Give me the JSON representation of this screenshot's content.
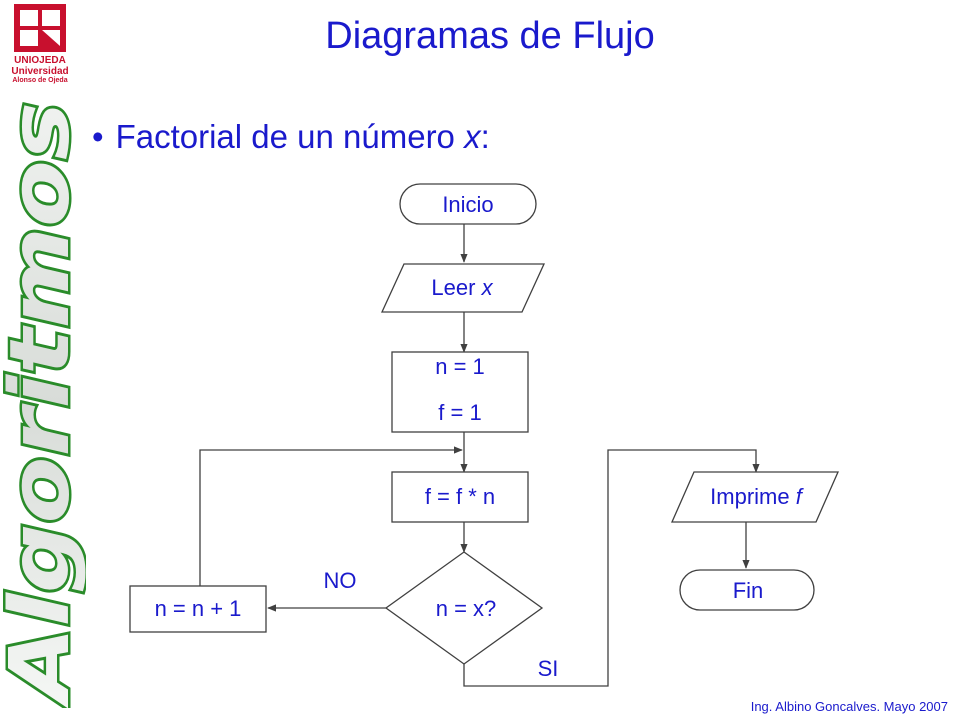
{
  "title": "Diagramas de Flujo",
  "bullet": {
    "prefix": "Factorial de un número ",
    "variable": "x",
    "suffix": ":"
  },
  "footer": "Ing. Albino Goncalves. Mayo 2007",
  "logo": {
    "name": "UNIOJEDA",
    "line2": "Universidad",
    "line3": "Alonso de Ojeda"
  },
  "side_word": "Algoritmos",
  "colors": {
    "text": "#1a1acc",
    "logo": "#c8102e",
    "stroke": "#404040",
    "side_word": "#2a8c2a"
  },
  "flowchart": {
    "nodes": {
      "inicio": "Inicio",
      "leer_prefix": "Leer ",
      "leer_var": "x",
      "init_line1": "n = 1",
      "init_line2": "f = 1",
      "multiply": "f = f * n",
      "decision": "n = x?",
      "increment": "n = n + 1",
      "print_prefix": "Imprime ",
      "print_var": "f",
      "fin": "Fin"
    },
    "edge_labels": {
      "no": "NO",
      "si": "SI"
    }
  }
}
